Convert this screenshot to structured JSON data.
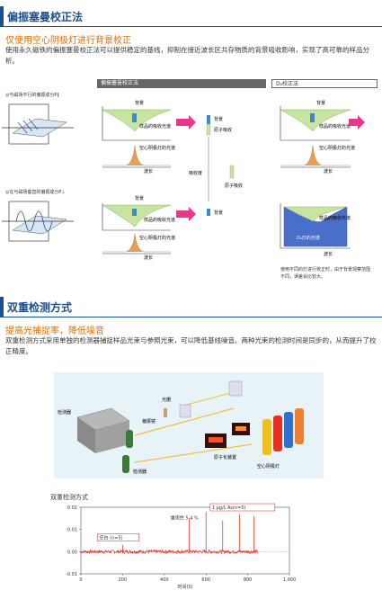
{
  "section1": {
    "title": "偏振塞曼校正法",
    "subtitle": "仅使用空心阴极灯进行背景校正",
    "paragraph": "使用永久磁铁的偏振塞曼校正法可以提供稳定的基线，抑制在接近波长区共存物质的背景吸收影响，实现了高可靠的样品分析。",
    "left_box_label": "偏振塞曼校正法",
    "right_box_label": "D₂校正法",
    "parallel_label": "◎与磁场平行的偏振成分P∥",
    "perp_label": "◎在与磁场垂直的偏振成分P⊥",
    "diagram": {
      "background": "背景",
      "sample_absorption": "样品的吸收光谱",
      "hcl_spectrum": "空心阴极灯的光谱",
      "wavelength": "波长",
      "atomic_absorption": "原子吸收",
      "absorbance": "吸收度",
      "d2_spectrum": "D₂灯的光谱",
      "note": "使用不同的灯进行校正时，由于背景观察范围不同，误差会比较大。"
    }
  },
  "section2": {
    "title": "双重检测方式",
    "subtitle": "提高光捕捉率，降低噪音",
    "paragraph": "双重检测方式采用单独的检测器捕捉样品光束与参照光束，可以降低基线噪音。两种光束的检测时间是同步的，从而提升了校正精度。",
    "labels": {
      "detector1": "检测器",
      "detector2": "检测器",
      "beam_splitter": "偏振镜",
      "optics": "光栅",
      "atomizer": "原子化装置",
      "hcl": "空心阴极灯"
    }
  },
  "chart_data": {
    "type": "line",
    "title": "双重检测方式",
    "xlabel": "时间(S)",
    "ylabel": "",
    "xlim": [
      0,
      1000
    ],
    "ylim": [
      -0.01,
      0.02
    ],
    "x_ticks": [
      "0",
      "200",
      "400",
      "600",
      "800",
      "1,000"
    ],
    "y_ticks": [
      "0.02",
      "0.01",
      "0.00",
      "-0.01"
    ],
    "series": [
      {
        "values_description": "baseline noise around 0 with spikes",
        "color": "#e8221b"
      }
    ],
    "annotations": {
      "blank": "空白 (n=5)",
      "rsd": "重现性 5.4 %",
      "sample": "1 μg/L As(n=5)"
    },
    "spikes": [
      {
        "x": 200,
        "y": 0.003
      },
      {
        "x": 520,
        "y": 0.015
      },
      {
        "x": 600,
        "y": 0.018
      },
      {
        "x": 680,
        "y": 0.014
      },
      {
        "x": 760,
        "y": 0.017
      },
      {
        "x": 830,
        "y": 0.016
      }
    ]
  }
}
